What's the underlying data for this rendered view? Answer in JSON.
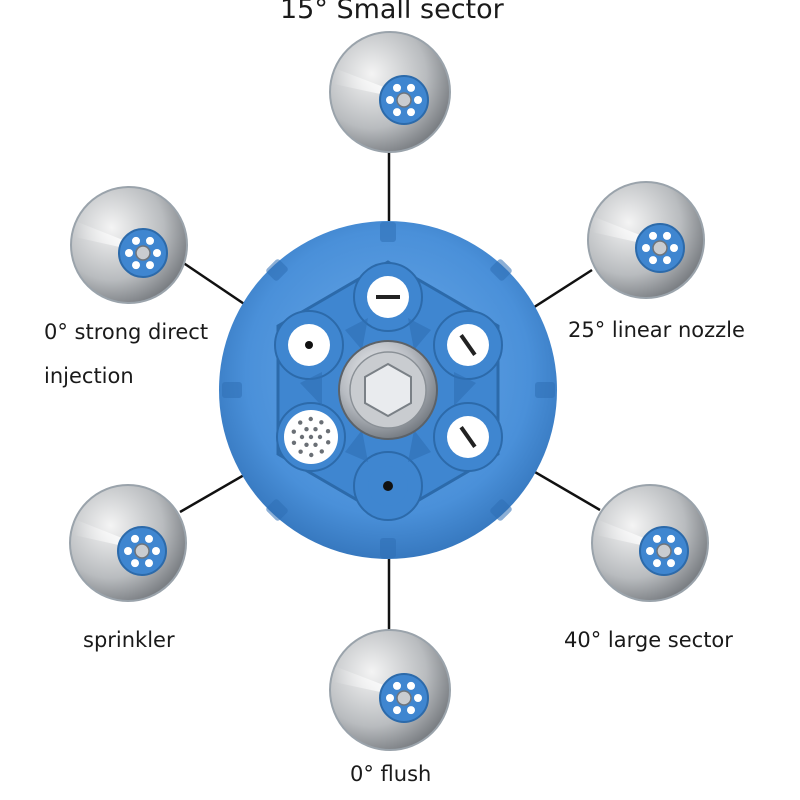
{
  "labels": {
    "top": "15° Small sector",
    "upper_left_line1": "0° strong direct",
    "upper_left_line2": "injection",
    "upper_right": "25° linear nozzle",
    "lower_left": "sprinkler",
    "lower_right": "40° large sector",
    "bottom": "0° flush"
  },
  "colors": {
    "nozzle_body": "#4a90d9",
    "nozzle_body_dark": "#2f6fb5",
    "port_face": "#ffffff",
    "hub_metal": "#b8bcc2",
    "leader_line": "#111111",
    "photo_ring": "#9aa3ab"
  },
  "icons": {
    "hub": "hex-socket-icon",
    "photo": "nozzle-spray-photo"
  }
}
